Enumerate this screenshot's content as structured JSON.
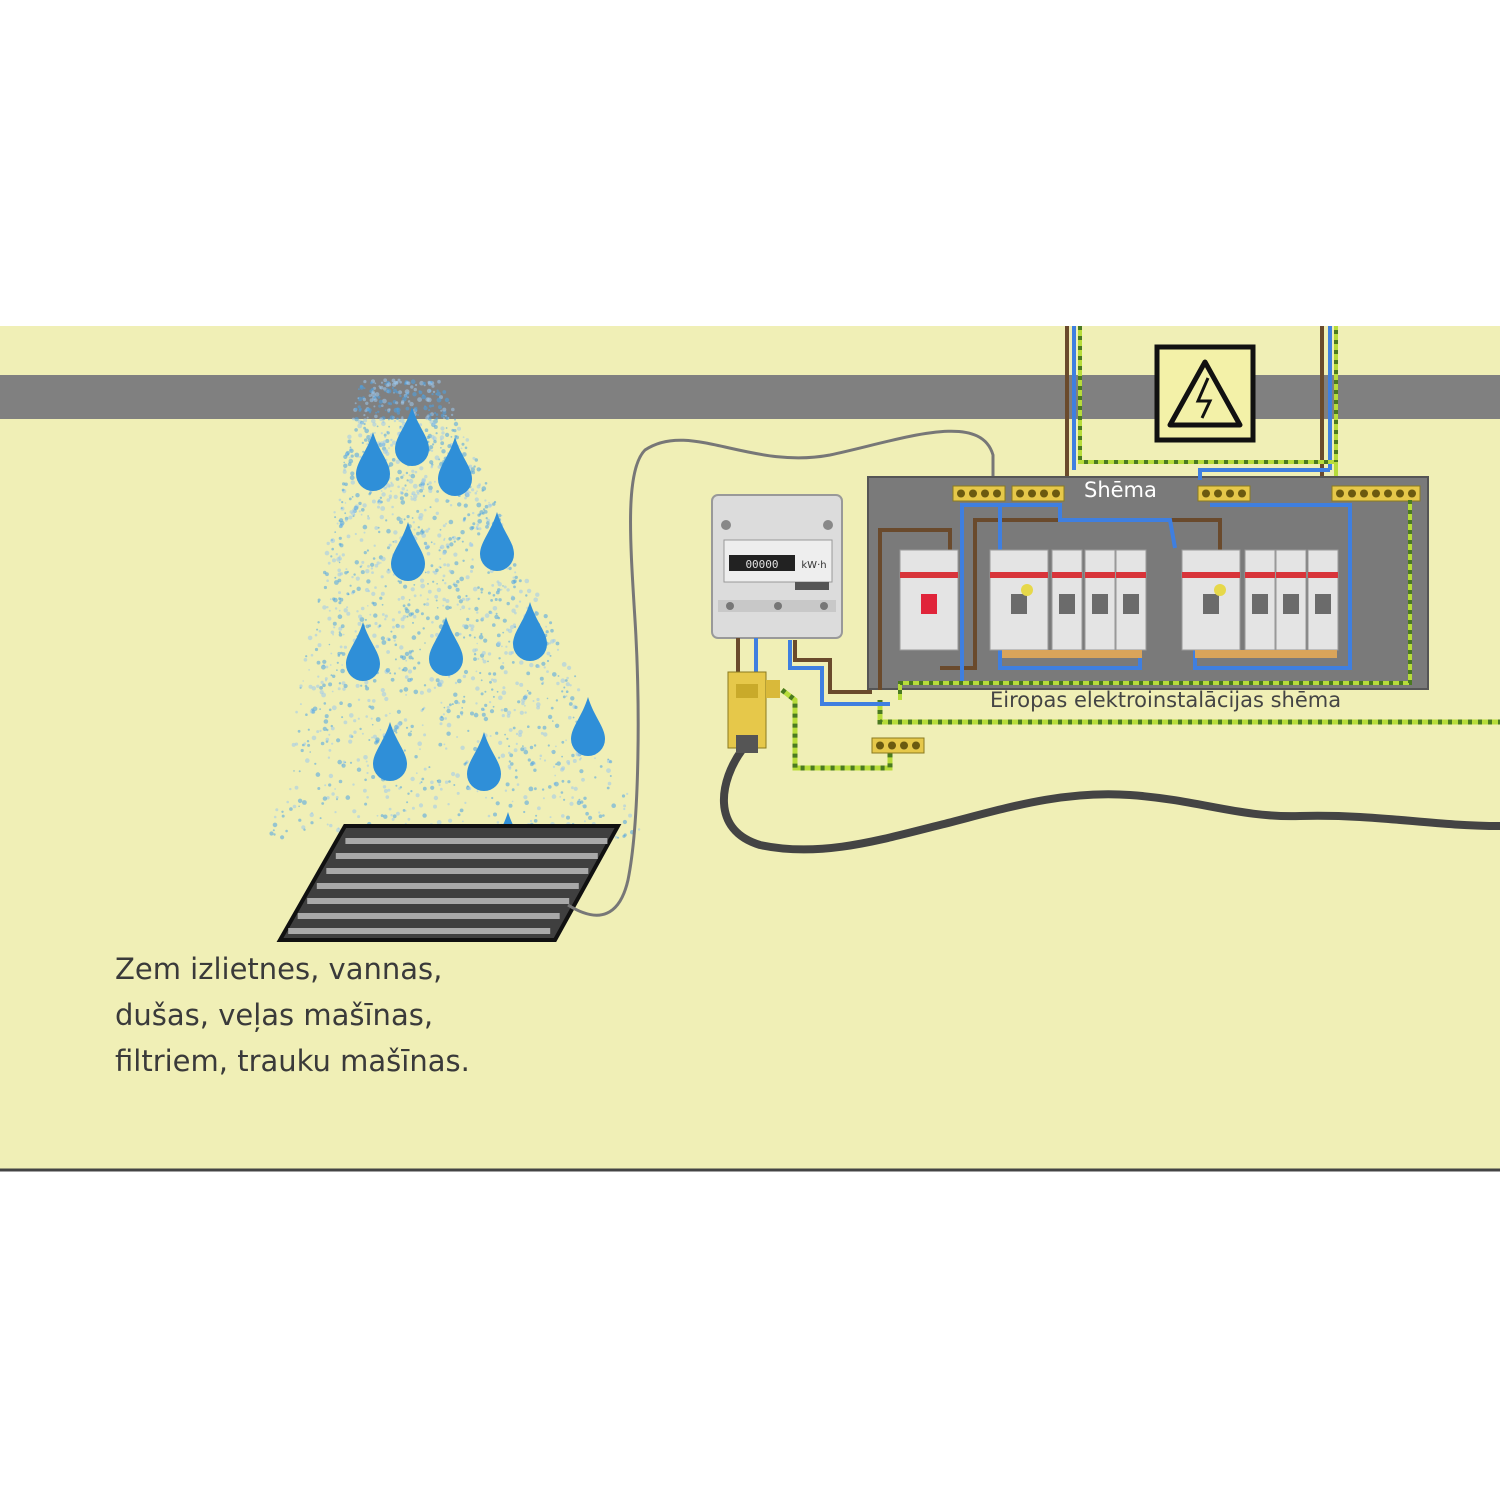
{
  "caption": {
    "line1": "Zem izlietnes, vannas,",
    "line2": "dušas, veļas mašīnas,",
    "line3": "filtriem, trauku mašīnas."
  },
  "panel": {
    "title": "Shēma"
  },
  "scheme_label": "Eiropas elektroinstalācijas shēma",
  "meter": {
    "reading": "00000",
    "unit": "kW·h"
  },
  "colors": {
    "background": "#f0efb6",
    "pipe": "#808080",
    "panel": "#7a7a7a",
    "water": "#2f8fd8",
    "wire_blue": "#3f7fe0",
    "wire_brown": "#6a4a2c",
    "wire_earth": "#b7dc3a",
    "warning_sign": "#f3f1a8"
  },
  "icons": {
    "warning": "high-voltage-warning-icon",
    "meter": "electricity-meter-icon",
    "drain": "floor-drain-grate-icon"
  }
}
